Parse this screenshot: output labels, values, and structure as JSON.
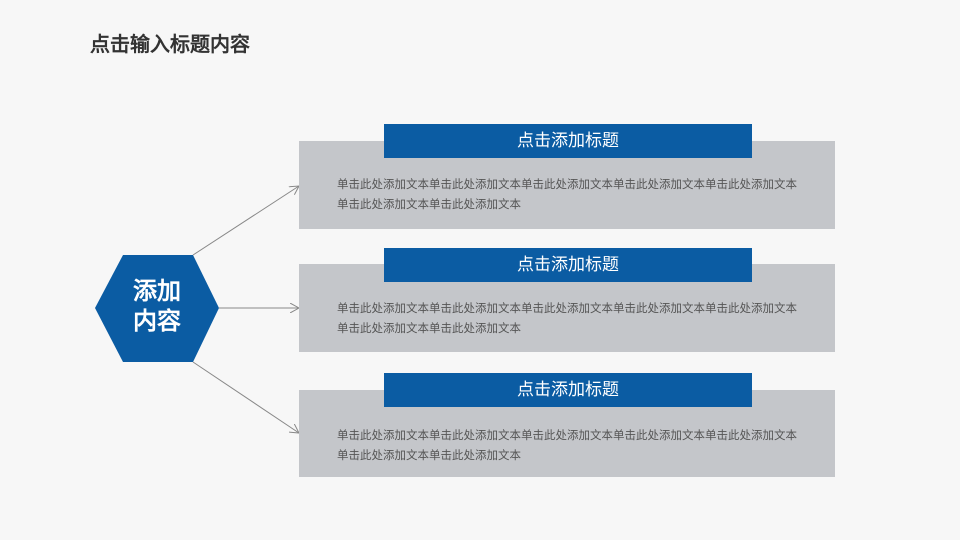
{
  "title": "点击输入标题内容",
  "center": {
    "line1": "添加",
    "line2": "内容"
  },
  "colors": {
    "accent": "#0b5ca3",
    "box": "#c4c6ca"
  },
  "items": [
    {
      "heading": "点击添加标题",
      "text": "单击此处添加文本单击此处添加文本单击此处添加文本单击此处添加文本单击此处添加文本单击此处添加文本单击此处添加文本"
    },
    {
      "heading": "点击添加标题",
      "text": "单击此处添加文本单击此处添加文本单击此处添加文本单击此处添加文本单击此处添加文本单击此处添加文本单击此处添加文本"
    },
    {
      "heading": "点击添加标题",
      "text": "单击此处添加文本单击此处添加文本单击此处添加文本单击此处添加文本单击此处添加文本单击此处添加文本单击此处添加文本"
    }
  ]
}
